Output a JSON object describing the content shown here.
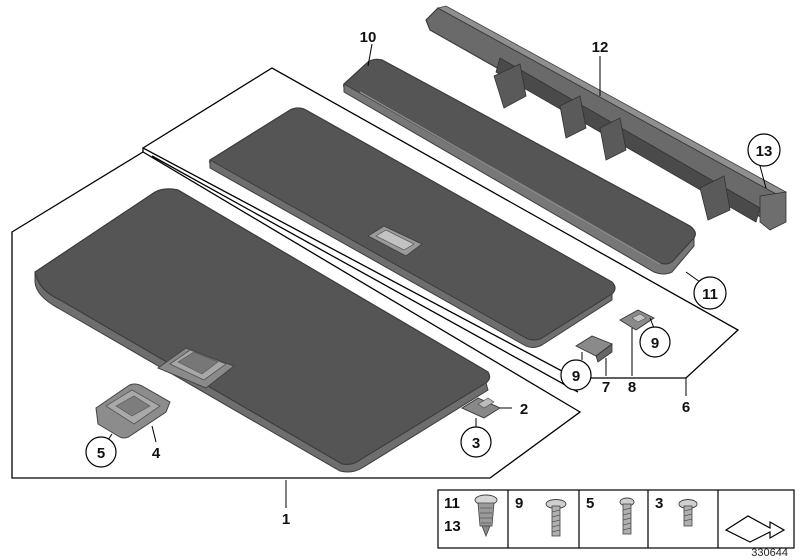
{
  "callouts": {
    "c1": "1",
    "c2": "2",
    "c3": "3",
    "c4": "4",
    "c5": "5",
    "c6": "6",
    "c7": "7",
    "c8": "8",
    "c9a": "9",
    "c9b": "9",
    "c10": "10",
    "c11": "11",
    "c12": "12",
    "c13": "13"
  },
  "legend": {
    "cell1_top": "11",
    "cell1_bottom": "13",
    "cell2": "9",
    "cell3": "5",
    "cell4": "3"
  },
  "drawing_number": "330644",
  "colors": {
    "panel": "#555555",
    "panel_edge": "#3c3c3c",
    "line": "#000000"
  }
}
